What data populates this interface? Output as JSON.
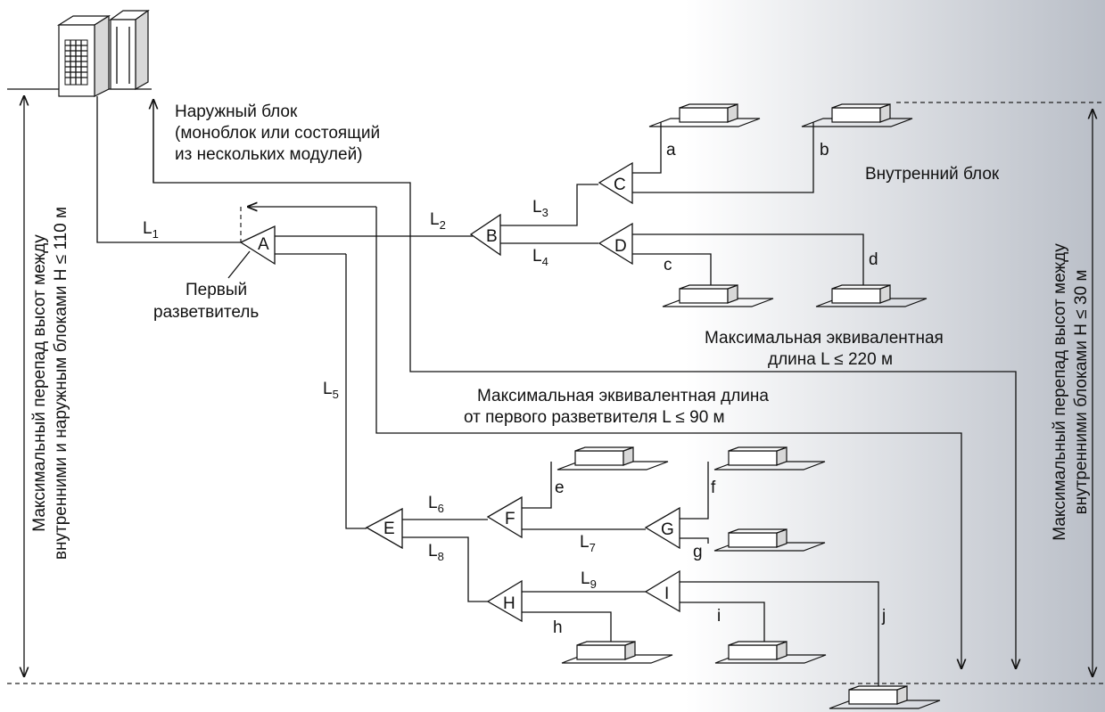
{
  "labels": {
    "outdoor_unit": [
      "Наружный блок",
      "(моноблок или состоящий",
      "из нескольких модулей)"
    ],
    "indoor_unit": "Внутренний блок",
    "first_branch": [
      "Первый",
      "разветвитель"
    ],
    "max_equiv_length": [
      "Максимальная эквивалентная",
      "длина L ≤ 220 м"
    ],
    "max_equiv_from_first": [
      "Максимальная эквивалентная длина",
      "от первого разветвителя L ≤ 90 м"
    ],
    "left_height": [
      "Максимальный перепад высот между",
      "внутренними и наружным блоками H ≤ 110 м"
    ],
    "right_height": [
      "Максимальный перепад высот между",
      "внутренними блоками H ≤ 30 м"
    ]
  },
  "branches": [
    "A",
    "B",
    "C",
    "D",
    "E",
    "F",
    "G",
    "H",
    "I"
  ],
  "pipes": [
    {
      "name": "L",
      "sub": "1"
    },
    {
      "name": "L",
      "sub": "2"
    },
    {
      "name": "L",
      "sub": "3"
    },
    {
      "name": "L",
      "sub": "4"
    },
    {
      "name": "L",
      "sub": "5"
    },
    {
      "name": "L",
      "sub": "6"
    },
    {
      "name": "L",
      "sub": "7"
    },
    {
      "name": "L",
      "sub": "8"
    },
    {
      "name": "L",
      "sub": "9"
    }
  ],
  "indoor_units": [
    "a",
    "b",
    "c",
    "d",
    "e",
    "f",
    "g",
    "h",
    "i",
    "j"
  ],
  "colors": {
    "line": "#111111",
    "gradient_start": "#ffffff",
    "gradient_end": "#b9bec7"
  }
}
